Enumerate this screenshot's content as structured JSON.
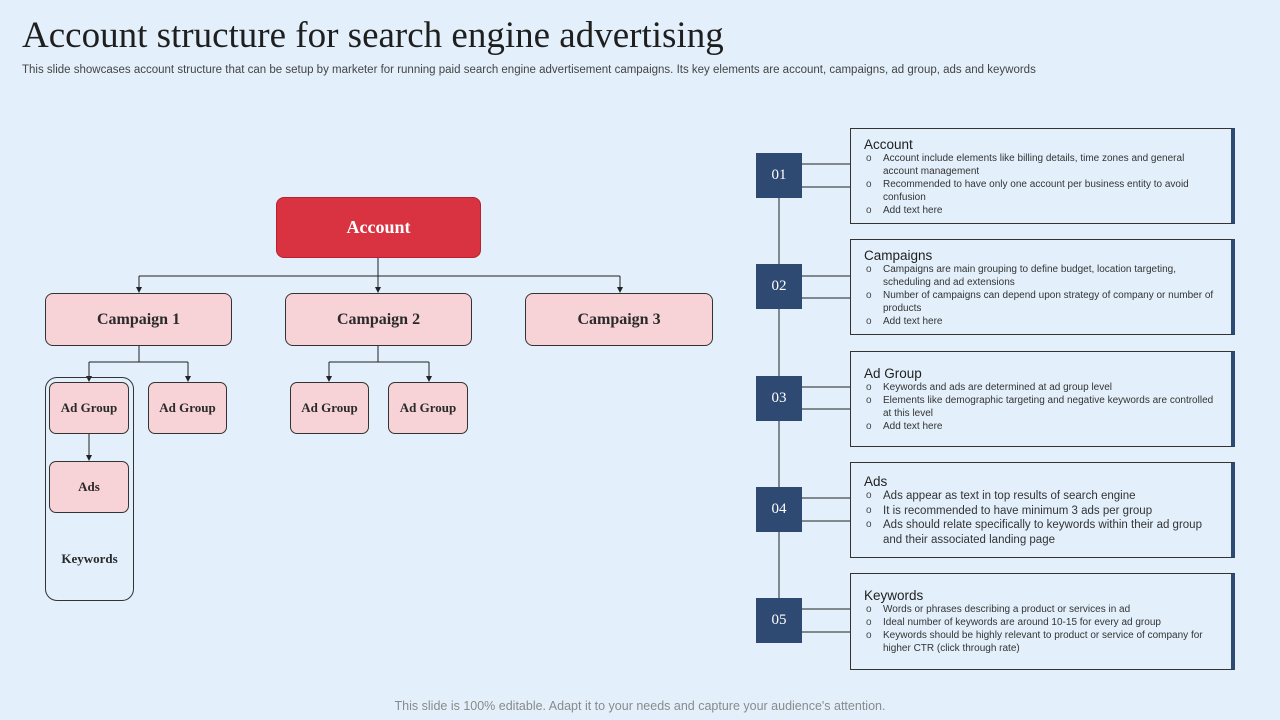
{
  "header": {
    "title": "Account structure for search engine advertising",
    "subtitle": "This slide showcases account structure that can be setup by marketer for running paid search engine advertisement campaigns. Its key elements are account, campaigns, ad group, ads and keywords"
  },
  "tree": {
    "root": "Account",
    "campaigns": [
      "Campaign 1",
      "Campaign 2",
      "Campaign 3"
    ],
    "ad_group": "Ad Group",
    "ads": "Ads",
    "keywords": "Keywords"
  },
  "steps": [
    {
      "num": "01",
      "title": "Account",
      "bullets": [
        "Account include elements like billing details, time zones and general account management",
        "Recommended to have only one account per business entity to avoid confusion",
        "Add text here"
      ]
    },
    {
      "num": "02",
      "title": "Campaigns",
      "bullets": [
        "Campaigns are main grouping to define budget, location targeting, scheduling and ad extensions",
        "Number of campaigns can depend upon strategy of company or number of products",
        "Add text here"
      ]
    },
    {
      "num": "03",
      "title": "Ad Group",
      "bullets": [
        "Keywords and ads are determined at ad group level",
        "Elements like demographic targeting and negative keywords are controlled at this level",
        "Add text here"
      ]
    },
    {
      "num": "04",
      "title": "Ads",
      "bullets": [
        "Ads appear as text in top results of search engine",
        "It is recommended to have minimum 3 ads per group",
        "Ads should relate specifically to keywords within their ad group and their associated landing page"
      ]
    },
    {
      "num": "05",
      "title": "Keywords",
      "bullets": [
        "Words or phrases describing a product or services in ad",
        "Ideal number of keywords are around 10-15 for every ad group",
        "Keywords should be highly relevant to product or service of company for higher CTR  (click through rate)"
      ]
    }
  ],
  "footer": "This slide is 100% editable. Adapt it to your needs and capture your audience's attention.",
  "colors": {
    "background": "#e3f0fb",
    "root_fill": "#d93240",
    "node_fill": "#f7d3d8",
    "badge_fill": "#2f4a72"
  }
}
